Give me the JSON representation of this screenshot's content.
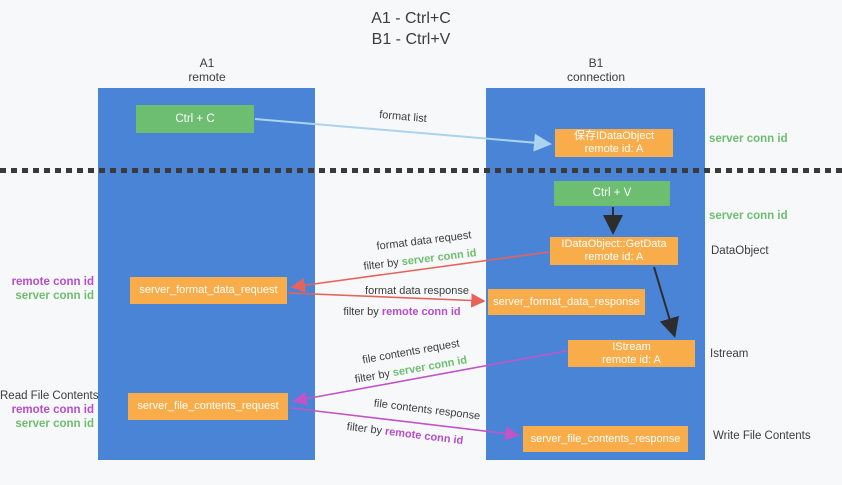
{
  "title": {
    "line1": "A1 - Ctrl+C",
    "line2": "B1 - Ctrl+V"
  },
  "lanes": {
    "a1": {
      "title": "A1",
      "subtitle": "remote"
    },
    "b1": {
      "title": "B1",
      "subtitle": "connection"
    }
  },
  "nodes": {
    "ctrl_c": {
      "label": "Ctrl + C"
    },
    "ctrl_v": {
      "label": "Ctrl + V"
    },
    "save_dataobject": {
      "line1": "保存IDataObject",
      "line2": "remote id: A"
    },
    "getdata": {
      "line1": "IDataObject::GetData",
      "line2": "remote id: A"
    },
    "istream": {
      "line1": "IStream",
      "line2": "remote id: A"
    },
    "format_request": {
      "label": "server_format_data_request"
    },
    "format_response": {
      "label": "server_format_data_response"
    },
    "file_request": {
      "label": "server_file_contents_request"
    },
    "file_response": {
      "label": "server_file_contents_response"
    }
  },
  "edge_labels": {
    "format_list": "format list",
    "format_data_request": "format data request",
    "format_data_response": "format data response",
    "file_contents_request": "file contents request",
    "file_contents_response": "file contents response",
    "filter_by": "filter by",
    "server_conn_id": "server conn id",
    "remote_conn_id": "remote conn id"
  },
  "side_labels": {
    "right_server_conn_top": "server conn id",
    "right_server_conn_mid": "server conn id",
    "dataobject": "DataObject",
    "istream": "Istream",
    "write_file_contents": "Write File Contents",
    "left_remote_conn_top": "remote conn id",
    "left_server_conn_top": "server conn id",
    "read_file_contents": "Read File Contents",
    "left_remote_conn_bottom": "remote conn id",
    "left_server_conn_bottom": "server conn id"
  },
  "colors": {
    "background": "#f7f8f9",
    "lane_blue": "#4a84d7",
    "node_green": "#6dbe70",
    "node_orange": "#f9ad4a",
    "arrow_lightblue": "#a9d3ee",
    "arrow_red": "#e8625c",
    "arrow_magenta": "#c055c8",
    "arrow_black": "#2d2d2d",
    "text_green": "#6dbe70",
    "text_purple": "#b44ecb",
    "text_dark": "#3c3c3c"
  }
}
